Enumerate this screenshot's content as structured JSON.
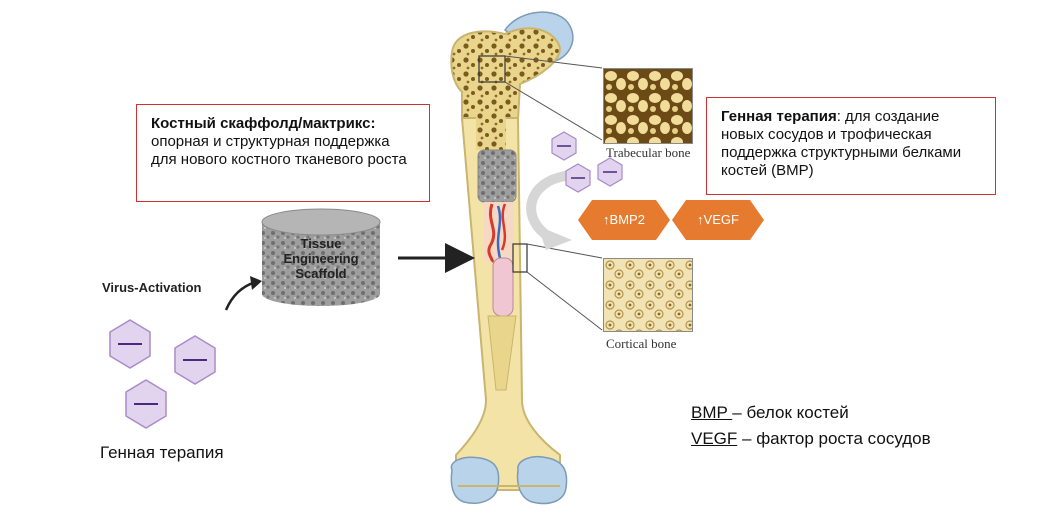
{
  "scaffold_box": {
    "title": "Костный скаффолд/мактрикс:",
    "text": "опорная и структурная поддержка для нового костного тканевого роста"
  },
  "gene_box": {
    "title": "Генная терапия",
    "text": ": для создание новых сосудов и трофическая поддержка структурными белками костей (BMP)"
  },
  "scaffold_label": [
    "Tissue",
    "Engineering",
    "Scaffold"
  ],
  "virus_activation_label": "Virus-Activation",
  "gene_therapy_label": "Генная терапия",
  "trabecular_label": "Trabecular bone",
  "cortical_label": "Cortical bone",
  "tags": [
    {
      "label": "↑BMP2"
    },
    {
      "label": "↑VEGF"
    }
  ],
  "legend": [
    {
      "abbr": "BMP ",
      "text": "– белок костей"
    },
    {
      "abbr": "VEGF",
      "text": " – фактор роста сосудов"
    }
  ],
  "colors": {
    "bone": "#f3e3a6",
    "bone_edge": "#c9b56e",
    "cartilage": "#b9d3ea",
    "accent_orange": "#e67a2e",
    "box_border": "#d03030",
    "virus": "#a98bc8"
  }
}
